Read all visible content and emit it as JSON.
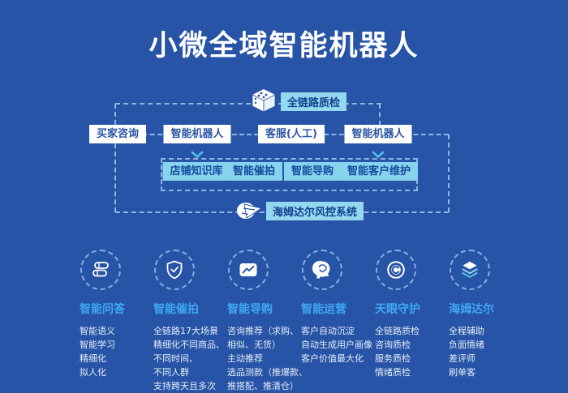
{
  "page": {
    "title": "小微全域智能机器人"
  },
  "colors": {
    "background": "#2754A6",
    "dashed_line": "#96BAEC",
    "white_node_bg": "#FFFFFF",
    "white_node_text": "#2B55A5",
    "cyan_node_bg": "#87D2EC",
    "cyan_node_text": "#164A9E",
    "tag_bg": "#93D8EE",
    "feature_title": "#40A8F4",
    "list_text": "#E4EDFB"
  },
  "diagram": {
    "top_label": {
      "icon": "qc-box-icon",
      "text": "全链路质检"
    },
    "bottom_label": {
      "icon": "heimdall-shield-icon",
      "text": "海姆达尔风控系统"
    },
    "flow_nodes": [
      "买家咨询",
      "智能机器人",
      "客服(人工)",
      "智能机器人"
    ],
    "capability_nodes": [
      "店铺知识库",
      "智能催拍",
      "智能导购",
      "智能客户维护"
    ]
  },
  "features": [
    {
      "icon": "books-icon",
      "title": "智能问答",
      "items": [
        "智能语义",
        "智能学习",
        "精细化",
        "拟人化"
      ]
    },
    {
      "icon": "shield-check-icon",
      "title": "智能催拍",
      "items": [
        "全链路17大场景",
        "精细化不同商品、",
        "不同时间、",
        "不同人群",
        "支持跨天且多次"
      ]
    },
    {
      "icon": "chart-image-icon",
      "title": "智能导购",
      "items": [
        "咨询推荐（求购、",
        "相似、无货）",
        "主动推荐",
        "选品测款（推爆款、",
        "推搭配、推清仓）"
      ]
    },
    {
      "icon": "head-brain-icon",
      "title": "智能运营",
      "items": [
        "客户自动沉淀",
        "自动生成用户画像",
        "客户价值最大化"
      ]
    },
    {
      "icon": "eye-target-icon",
      "title": "天眼守护",
      "items": [
        "全链路质检",
        "咨询质检",
        "服务质检",
        "情绪质检"
      ]
    },
    {
      "icon": "layers-icon",
      "title": "海姆达尔",
      "items": [
        "全程辅助",
        "负面情绪",
        "差评师",
        "刷单客"
      ]
    }
  ]
}
